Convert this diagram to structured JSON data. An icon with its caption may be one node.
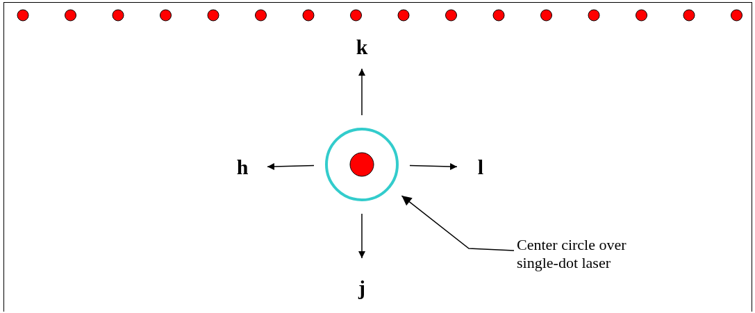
{
  "diagram": {
    "nodes": [
      {
        "text": [],
        "shape": "circle"
      },
      {
        "text": [],
        "shape": "circle",
        "in": 0
      },
      {
        "text": [
          "k"
        ]
      },
      {
        "text": [
          "h"
        ]
      },
      {
        "text": [
          "l"
        ]
      },
      {
        "text": [
          "j"
        ]
      },
      {
        "text": [
          "Center circle over single-dot laser"
        ]
      }
    ],
    "edges": [
      {
        "from": 0,
        "to": 2,
        "arrow": "to"
      },
      {
        "from": 0,
        "to": 3,
        "arrow": "to"
      },
      {
        "from": 0,
        "to": 4,
        "arrow": "to"
      },
      {
        "from": 0,
        "to": 5,
        "arrow": "to"
      },
      {
        "from": 6,
        "to": 0,
        "arrow": "to"
      }
    ]
  }
}
